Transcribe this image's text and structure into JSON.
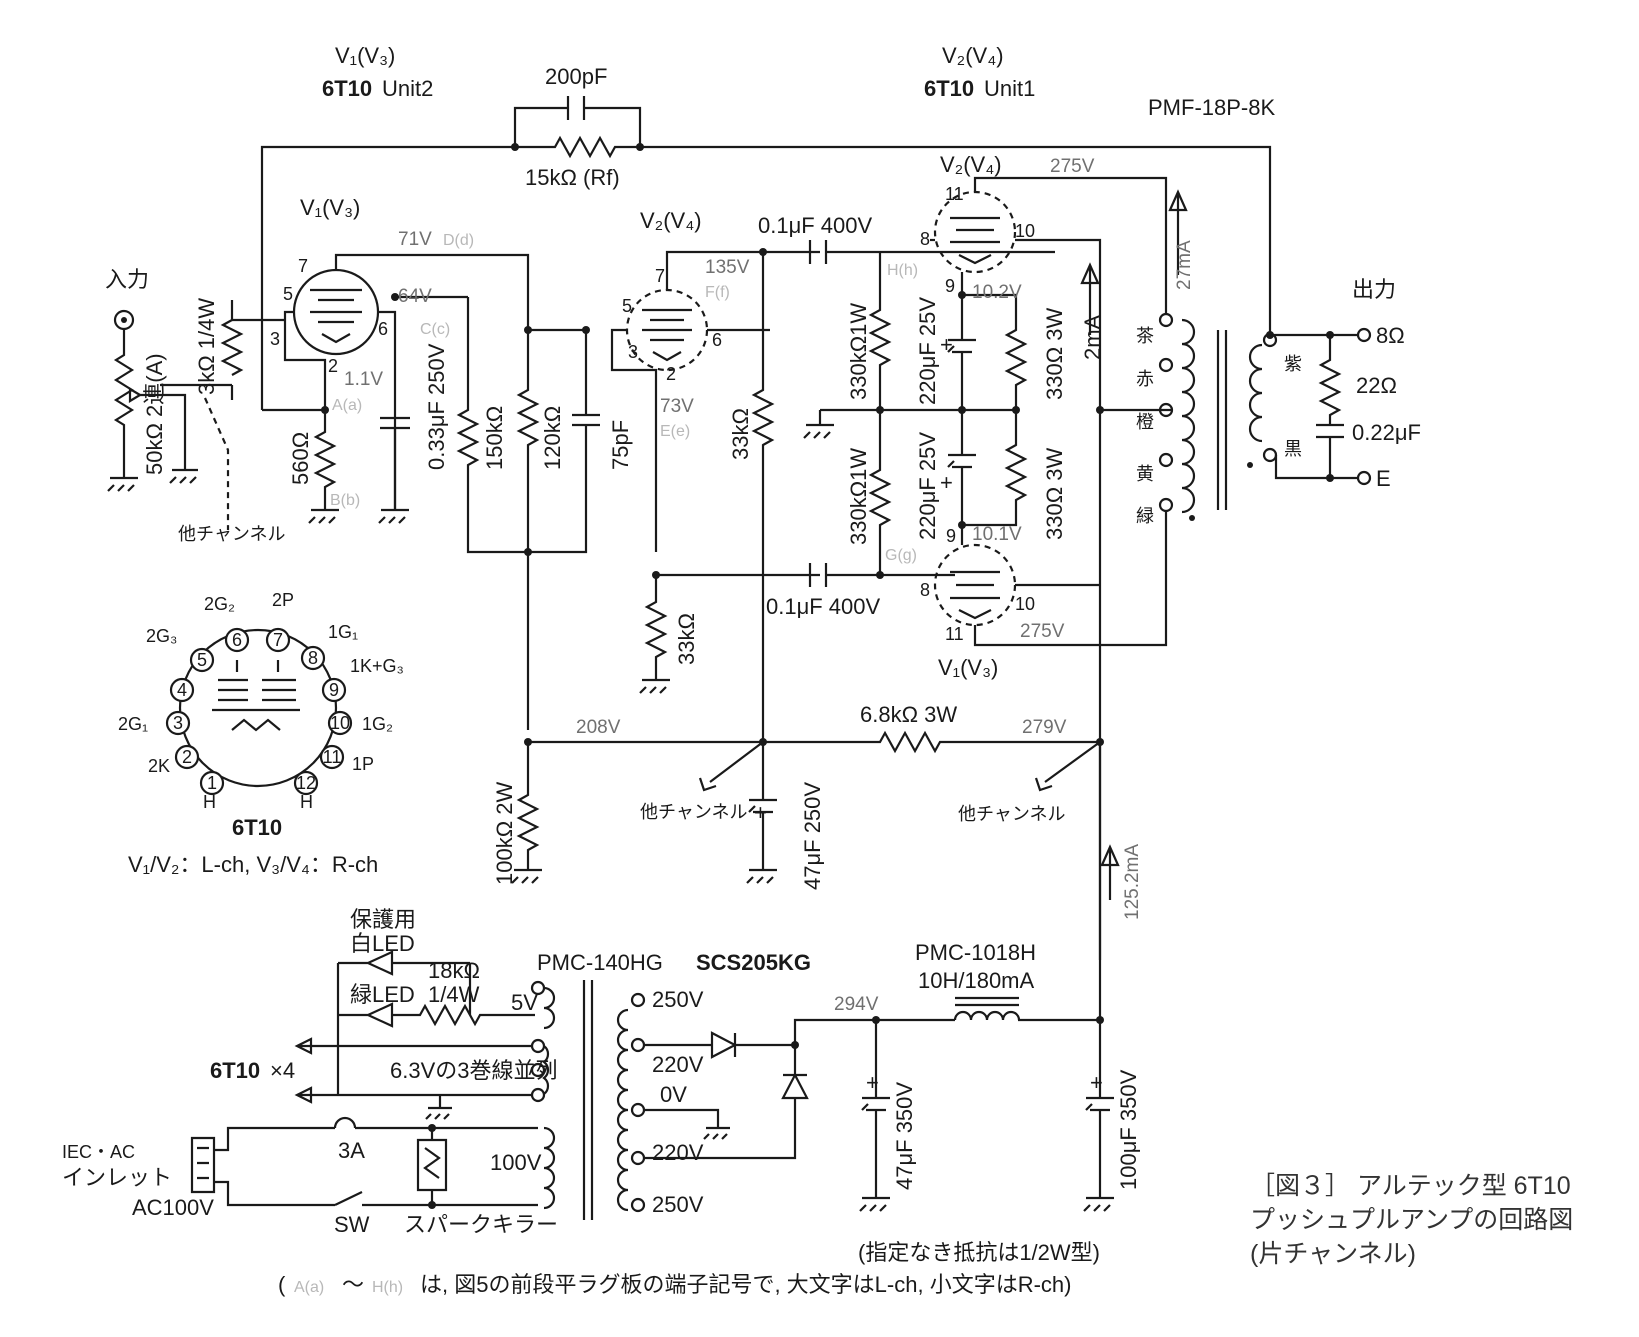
{
  "labels": {
    "top_left_tube": "V₁(V₃)",
    "top_left_model": "6T10",
    "top_left_unit": "Unit2",
    "top_cap": "200pF",
    "top_res": "15kΩ (Rf)",
    "top_right_tube": "V₂(V₄)",
    "top_right_model": "6T10",
    "top_right_unit": "Unit1",
    "transformer": "PMF-18P-8K",
    "input_label": "入力",
    "input_pot": "50kΩ 2連(A)",
    "input_res": "3kΩ 1/4W",
    "other_channel_input": "他チャンネル",
    "v1_label": "V₁(V₃)",
    "v1_plate_voltage": "71V",
    "v1_plate_term": "D(d)",
    "v1_grid_voltage": "64V",
    "v1_grid_term": "C(c)",
    "v1_cath_voltage": "1.1V",
    "v1_cath_term": "A(a)",
    "r560": "560Ω",
    "r560_term": "B(b)",
    "c033": "0.33μF 250V",
    "r150k": "150kΩ",
    "r120k": "120kΩ",
    "c75p": "75pF",
    "v2_label": "V₂(V₄)",
    "v2_plate_voltage": "135V",
    "v2_plate_term": "F(f)",
    "v2_cath_voltage": "73V",
    "v2_cath_term": "E(e)",
    "r33k_a": "33kΩ",
    "r33k_b": "33kΩ",
    "cc_top": "0.1μF 400V",
    "cc_bot": "0.1μF 400V",
    "cc_top_term": "H(h)",
    "cc_bot_term": "G(g)",
    "r330k_top": "330kΩ1W",
    "r330k_bot": "330kΩ1W",
    "c220_top": "220μF 25V",
    "c220_bot": "220μF 25V",
    "r330_top": "330Ω 3W",
    "r330_bot": "330Ω 3W",
    "pv_top_label": "V₂(V₄)",
    "pv_top_plate": "275V",
    "pv_top_cath": "10.2V",
    "pv_bot_label": "V₁(V₃)",
    "pv_bot_plate": "275V",
    "pv_bot_cath": "10.1V",
    "current_27": "27mA",
    "current_2": "2mA",
    "current_125": "125.2mA",
    "out_label": "出力",
    "out_8": "8Ω",
    "out_e": "E",
    "zobel_r": "22Ω",
    "zobel_c": "0.22μF",
    "wire_brown": "茶",
    "wire_red": "赤",
    "wire_orange": "橙",
    "wire_yellow": "黄",
    "wire_green": "緑",
    "wire_purple": "紫",
    "wire_black": "黒",
    "b208": "208V",
    "b279": "279V",
    "r68k": "6.8kΩ 3W",
    "r100k": "100kΩ 2W",
    "c47_250": "47μF 250V",
    "other_ch_1": "他チャンネル",
    "other_ch_2": "他チャンネル",
    "tube_model": "6T10",
    "channel_map": "V₁/V₂：L-ch,  V₃/V₄：R-ch",
    "base_pins": [
      {
        "num": "1",
        "name": "H"
      },
      {
        "num": "2",
        "name": "2K"
      },
      {
        "num": "3",
        "name": "2G₁"
      },
      {
        "num": "4",
        "name": ""
      },
      {
        "num": "5",
        "name": "2G₃"
      },
      {
        "num": "6",
        "name": "2G₂"
      },
      {
        "num": "7",
        "name": "2P"
      },
      {
        "num": "8",
        "name": "1G₁"
      },
      {
        "num": "9",
        "name": "1K+G₃"
      },
      {
        "num": "10",
        "name": "1G₂"
      },
      {
        "num": "11",
        "name": "1P"
      },
      {
        "num": "12",
        "name": "H"
      }
    ],
    "led_protect": "保護用",
    "led_white": "白LED",
    "led_green": "緑LED",
    "r18k": "18kΩ",
    "r18k_w": "1/4W",
    "ptrans": "PMC-140HG",
    "rect": "SCS205KG",
    "v5": "5V",
    "heater_model": "6T10",
    "heater_count": "×4",
    "heater_note": "6.3Vの3巻線並列",
    "t250a": "250V",
    "t220a": "220V",
    "t0v": "0V",
    "t220b": "220V",
    "t250b": "250V",
    "fuse": "3A",
    "iec_1": "IEC・AC",
    "iec_2": "インレット",
    "ac100": "AC100V",
    "sw": "SW",
    "spark": "スパークキラー",
    "prim": "100V",
    "v294": "294V",
    "choke": "PMC-1018H",
    "choke_spec": "10H/180mA",
    "c47_350": "47μF 350V",
    "c100_350": "100μF 350V",
    "note_resistor": "(指定なき抵抗は1/2W型)",
    "note_bottom_open": "(",
    "note_bottom_a": "A(a)",
    "note_bottom_tilde": "〜",
    "note_bottom_h": "H(h)",
    "note_bottom_rest": "は, 図5の前段平ラグ板の端子記号で, 大文字はL-ch, 小文字はR-ch)",
    "fig_title": "［図３］ アルテック型 6T10",
    "fig_title_2": "プッシュプルアンプの回路図",
    "fig_title_3": "(片チャンネル)"
  }
}
